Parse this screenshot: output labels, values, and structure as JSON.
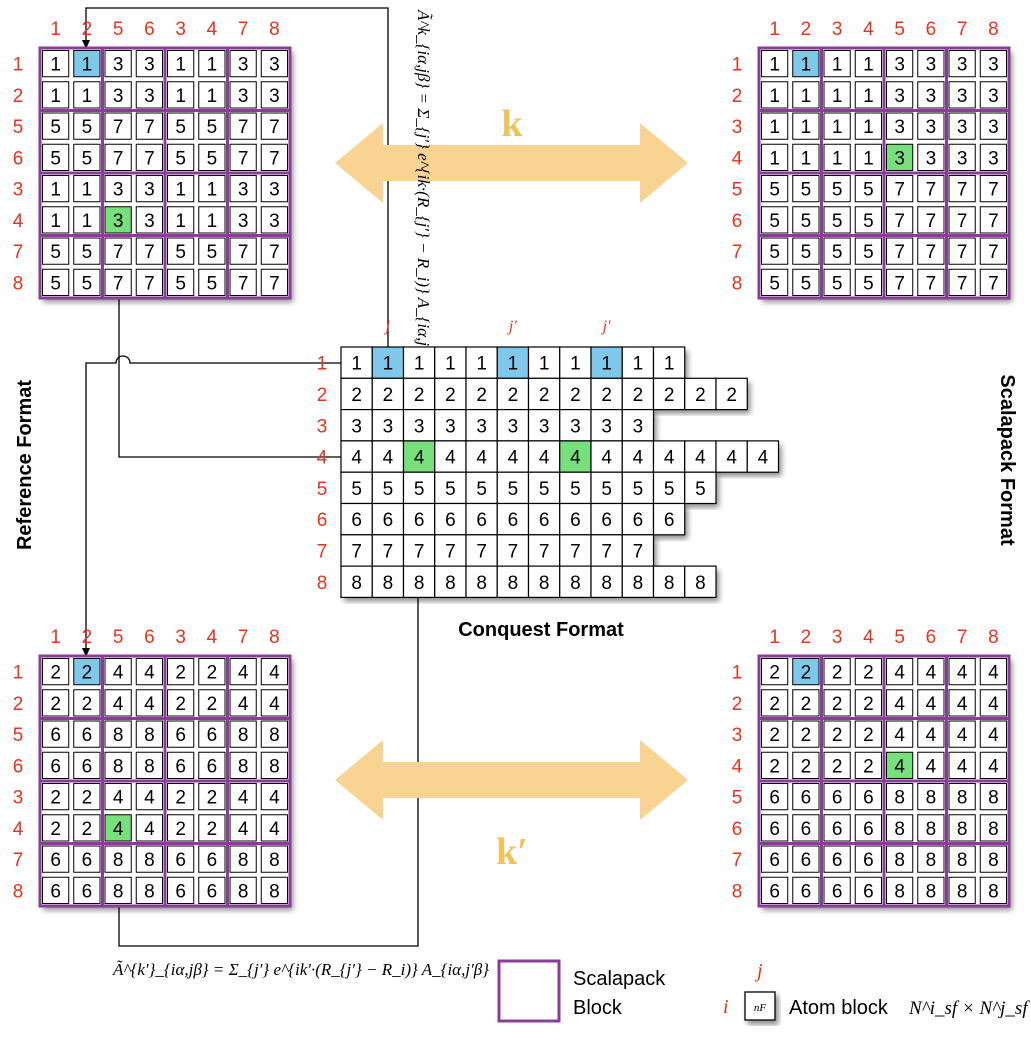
{
  "colors": {
    "label_red": "#e8321e",
    "block_purple": "#8a3d98",
    "arrow_yellow": "#f9d391",
    "k_label": "#f0c25a",
    "highlight_blue": "#7fc8ec",
    "highlight_green": "#77e07c"
  },
  "labels": {
    "reference_format": "Reference Format",
    "scalapack_format": "Scalapack Format",
    "conquest_format": "Conquest Format",
    "k": "k",
    "k_prime": "k′",
    "formula_top": "Ã^k_{iα,jβ} = Σ_{j′} e^{ik·(R_{j′} − R_i)} A_{iα,j′β}",
    "formula_bottom": "Ã^{k′}_{iα,jβ} = Σ_{j′} e^{ik′·(R_{j′} − R_i)} A_{iα,j′β}"
  },
  "legend": {
    "scalapack_block_line1": "Scalapack",
    "scalapack_block_line2": "Block",
    "atom_block_text": "Atom block",
    "atom_block_formula": "N^i_sf × N^j_sf",
    "atom_glyph": "nF",
    "i_label": "i",
    "j_label": "j"
  },
  "grids": {
    "ref_top": {
      "row_labels": [
        "1",
        "2",
        "5",
        "6",
        "3",
        "4",
        "7",
        "8"
      ],
      "col_labels": [
        "1",
        "2",
        "5",
        "6",
        "3",
        "4",
        "7",
        "8"
      ],
      "cells": [
        [
          "1",
          "1",
          "3",
          "3",
          "1",
          "1",
          "3",
          "3"
        ],
        [
          "1",
          "1",
          "3",
          "3",
          "1",
          "1",
          "3",
          "3"
        ],
        [
          "5",
          "5",
          "7",
          "7",
          "5",
          "5",
          "7",
          "7"
        ],
        [
          "5",
          "5",
          "7",
          "7",
          "5",
          "5",
          "7",
          "7"
        ],
        [
          "1",
          "1",
          "3",
          "3",
          "1",
          "1",
          "3",
          "3"
        ],
        [
          "1",
          "1",
          "3",
          "3",
          "1",
          "1",
          "3",
          "3"
        ],
        [
          "5",
          "5",
          "7",
          "7",
          "5",
          "5",
          "7",
          "7"
        ],
        [
          "5",
          "5",
          "7",
          "7",
          "5",
          "5",
          "7",
          "7"
        ]
      ],
      "highlights": [
        {
          "r": 0,
          "c": 1,
          "color": "blue"
        },
        {
          "r": 5,
          "c": 2,
          "color": "green"
        }
      ]
    },
    "scal_top": {
      "row_labels": [
        "1",
        "2",
        "3",
        "4",
        "5",
        "6",
        "7",
        "8"
      ],
      "col_labels": [
        "1",
        "2",
        "3",
        "4",
        "5",
        "6",
        "7",
        "8"
      ],
      "cells": [
        [
          "1",
          "1",
          "1",
          "1",
          "3",
          "3",
          "3",
          "3"
        ],
        [
          "1",
          "1",
          "1",
          "1",
          "3",
          "3",
          "3",
          "3"
        ],
        [
          "1",
          "1",
          "1",
          "1",
          "3",
          "3",
          "3",
          "3"
        ],
        [
          "1",
          "1",
          "1",
          "1",
          "3",
          "3",
          "3",
          "3"
        ],
        [
          "5",
          "5",
          "5",
          "5",
          "7",
          "7",
          "7",
          "7"
        ],
        [
          "5",
          "5",
          "5",
          "5",
          "7",
          "7",
          "7",
          "7"
        ],
        [
          "5",
          "5",
          "5",
          "5",
          "7",
          "7",
          "7",
          "7"
        ],
        [
          "5",
          "5",
          "5",
          "5",
          "7",
          "7",
          "7",
          "7"
        ]
      ],
      "highlights": [
        {
          "r": 0,
          "c": 1,
          "color": "blue"
        },
        {
          "r": 3,
          "c": 4,
          "color": "green"
        }
      ]
    },
    "ref_bot": {
      "row_labels": [
        "1",
        "2",
        "5",
        "6",
        "3",
        "4",
        "7",
        "8"
      ],
      "col_labels": [
        "1",
        "2",
        "5",
        "6",
        "3",
        "4",
        "7",
        "8"
      ],
      "cells": [
        [
          "2",
          "2",
          "4",
          "4",
          "2",
          "2",
          "4",
          "4"
        ],
        [
          "2",
          "2",
          "4",
          "4",
          "2",
          "2",
          "4",
          "4"
        ],
        [
          "6",
          "6",
          "8",
          "8",
          "6",
          "6",
          "8",
          "8"
        ],
        [
          "6",
          "6",
          "8",
          "8",
          "6",
          "6",
          "8",
          "8"
        ],
        [
          "2",
          "2",
          "4",
          "4",
          "2",
          "2",
          "4",
          "4"
        ],
        [
          "2",
          "2",
          "4",
          "4",
          "2",
          "2",
          "4",
          "4"
        ],
        [
          "6",
          "6",
          "8",
          "8",
          "6",
          "6",
          "8",
          "8"
        ],
        [
          "6",
          "6",
          "8",
          "8",
          "6",
          "6",
          "8",
          "8"
        ]
      ],
      "highlights": [
        {
          "r": 0,
          "c": 1,
          "color": "blue"
        },
        {
          "r": 5,
          "c": 2,
          "color": "green"
        }
      ]
    },
    "scal_bot": {
      "row_labels": [
        "1",
        "2",
        "3",
        "4",
        "5",
        "6",
        "7",
        "8"
      ],
      "col_labels": [
        "1",
        "2",
        "3",
        "4",
        "5",
        "6",
        "7",
        "8"
      ],
      "cells": [
        [
          "2",
          "2",
          "2",
          "2",
          "4",
          "4",
          "4",
          "4"
        ],
        [
          "2",
          "2",
          "2",
          "2",
          "4",
          "4",
          "4",
          "4"
        ],
        [
          "2",
          "2",
          "2",
          "2",
          "4",
          "4",
          "4",
          "4"
        ],
        [
          "2",
          "2",
          "2",
          "2",
          "4",
          "4",
          "4",
          "4"
        ],
        [
          "6",
          "6",
          "6",
          "6",
          "8",
          "8",
          "8",
          "8"
        ],
        [
          "6",
          "6",
          "6",
          "6",
          "8",
          "8",
          "8",
          "8"
        ],
        [
          "6",
          "6",
          "6",
          "6",
          "8",
          "8",
          "8",
          "8"
        ],
        [
          "6",
          "6",
          "6",
          "6",
          "8",
          "8",
          "8",
          "8"
        ]
      ],
      "highlights": [
        {
          "r": 0,
          "c": 1,
          "color": "blue"
        },
        {
          "r": 3,
          "c": 4,
          "color": "green"
        }
      ]
    }
  },
  "conquest": {
    "row_labels": [
      "1",
      "2",
      "3",
      "4",
      "5",
      "6",
      "7",
      "8"
    ],
    "rows": [
      {
        "value": "1",
        "count": 11
      },
      {
        "value": "2",
        "count": 13
      },
      {
        "value": "3",
        "count": 10
      },
      {
        "value": "4",
        "count": 14
      },
      {
        "value": "5",
        "count": 12
      },
      {
        "value": "6",
        "count": 11
      },
      {
        "value": "7",
        "count": 10
      },
      {
        "value": "8",
        "count": 12
      }
    ],
    "col_markers": [
      "j",
      "j′",
      "j′"
    ],
    "highlights": [
      {
        "r": 0,
        "c": 1,
        "color": "blue"
      },
      {
        "r": 0,
        "c": 5,
        "color": "blue"
      },
      {
        "r": 0,
        "c": 8,
        "color": "blue"
      },
      {
        "r": 3,
        "c": 2,
        "color": "green"
      },
      {
        "r": 3,
        "c": 7,
        "color": "green"
      }
    ]
  }
}
